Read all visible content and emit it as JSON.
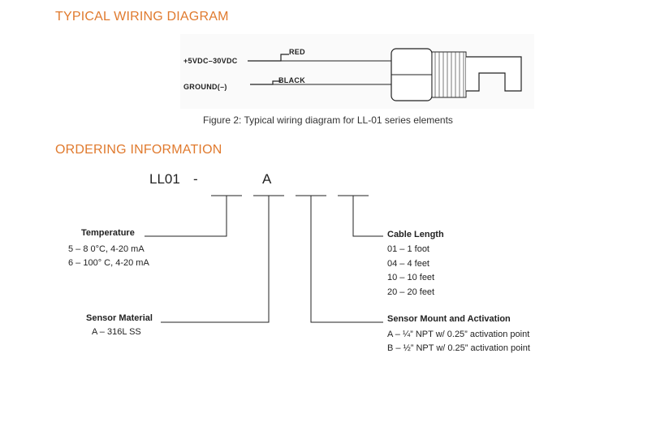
{
  "sections": {
    "wiring_heading": "TYPICAL WIRING DIAGRAM",
    "ordering_heading": "ORDERING INFORMATION"
  },
  "wiring": {
    "supply_label": "+5VDC–30VDC",
    "ground_label": "GROUND(–)",
    "red_label": "RED",
    "black_label": "BLACK",
    "caption": "Figure 2: Typical wiring diagram for LL-01 series elements"
  },
  "ordering": {
    "model": "LL01",
    "dash": "-",
    "selected_code": "A",
    "temperature": {
      "title": "Temperature",
      "options": [
        "5 – 8 0°C, 4-20 mA",
        "6 – 100°  C, 4-20 mA"
      ]
    },
    "sensor_material": {
      "title": "Sensor Material",
      "options": [
        "A  –  316L SS"
      ]
    },
    "cable_length": {
      "title": "Cable Length",
      "options": [
        "01  –  1 foot",
        "04  –  4 feet",
        "10  –  10 feet",
        "20  –  20 feet"
      ]
    },
    "sensor_mount": {
      "title": "Sensor Mount and Activation",
      "options": [
        "A  –  ¼” NPT w/ 0.25” activation point",
        "B  –  ½”  NPT w/ 0.25” activation point"
      ]
    }
  }
}
